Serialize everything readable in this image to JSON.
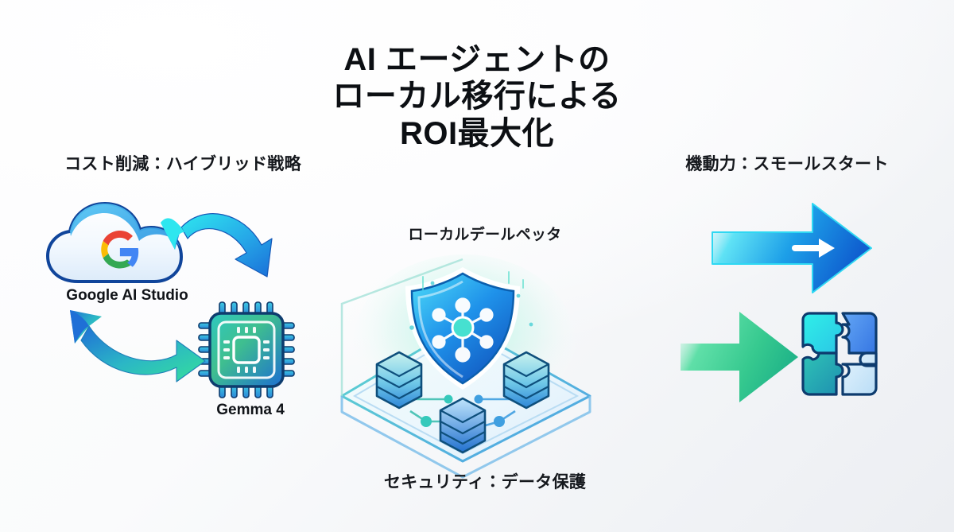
{
  "meta": {
    "kind": "infographic-slide",
    "language": "ja",
    "background_top_left": "#fdfefe",
    "background_bottom_right": "#eceef2"
  },
  "title": {
    "line1": "AI エージェントの",
    "line2": "ローカル移行による",
    "line3": "ROI最大化",
    "color": "#0c0f13"
  },
  "sections": {
    "left": {
      "caption": "コスト削減：ハイブリッド戦略",
      "cloud_label": "Google AI Studio",
      "chip_label": "Gemma 4",
      "cloud_icon": "cloud-icon",
      "brand_icon": "google-g-icon",
      "chip_icon": "cpu-chip-icon",
      "arc_top_icon": "curved-arrow-left-icon",
      "arc_bottom_icon": "curved-arrow-right-icon"
    },
    "center": {
      "caption_top": "ローカルデールペッタ",
      "caption_bottom": "セキュリティ：データ保護",
      "shield_icon": "shield-network-icon",
      "platform_icon": "isometric-platform-icon",
      "database_icons": [
        "database-icon",
        "database-icon",
        "database-icon"
      ]
    },
    "right": {
      "caption": "機動力：スモールスタート",
      "speed_arrow_icon": "speed-arrow-right-icon",
      "green_arrow_icon": "arrow-right-icon",
      "puzzle_icon": "puzzle-pieces-icon"
    }
  },
  "palette": {
    "cyan": "#2ad2f0",
    "blue": "#1668d8",
    "deep_blue": "#0d4ea6",
    "teal": "#26c2a8",
    "green": "#2fd18a",
    "google_red": "#ea4335",
    "google_yellow": "#fbbc05",
    "google_green": "#34a853",
    "google_blue": "#4285f4",
    "text": "#101318"
  }
}
